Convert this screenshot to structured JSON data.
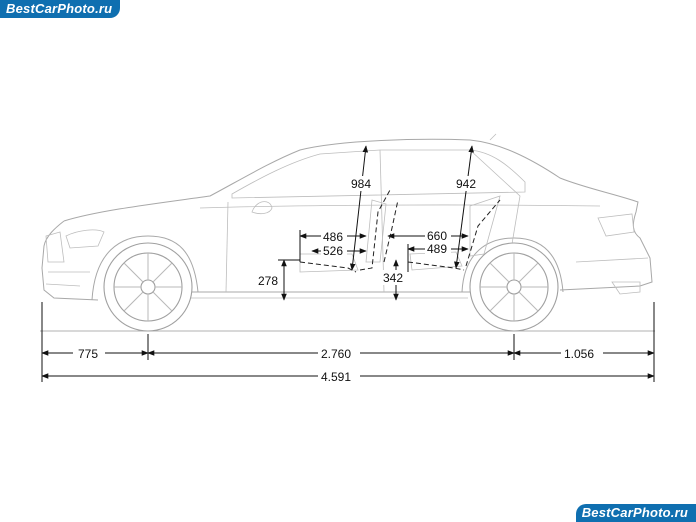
{
  "watermark": {
    "top": "BestCarPhoto.ru",
    "bottom": "BestCarPhoto.ru"
  },
  "dimensions": {
    "front_overhang": "775",
    "wheelbase": "2.760",
    "rear_overhang": "1.056",
    "overall_length": "4.591",
    "front_headroom": "984",
    "rear_headroom": "942",
    "front_seat_depth": "486",
    "front_cushion": "526",
    "rear_seat_depth": "660",
    "rear_cushion": "489",
    "front_seat_height": "278",
    "rear_seat_height": "342"
  },
  "colors": {
    "outline": "#a8a8a8",
    "dimension": "#111111",
    "watermark_bg": "#0f6fb0"
  }
}
